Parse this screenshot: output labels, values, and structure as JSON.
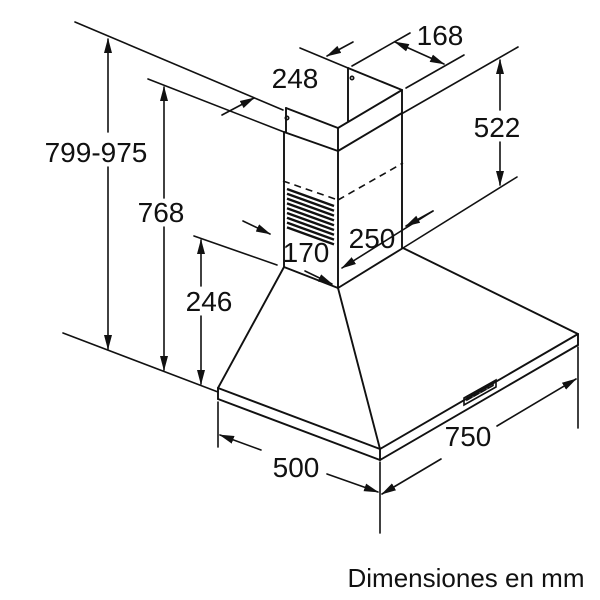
{
  "page": {
    "background": "#ffffff",
    "line_color": "#111111"
  },
  "caption": "Dimensiones en mm",
  "unit": "mm",
  "dimensions": {
    "overall_height_range": "799-975",
    "height_to_duct_top": "768",
    "canopy_height": "246",
    "duct_top_width": "248",
    "duct_top_depth": "168",
    "chimney_height": "522",
    "chimney_width": "250",
    "chimney_depth": "170",
    "canopy_depth": "500",
    "canopy_width": "750"
  }
}
